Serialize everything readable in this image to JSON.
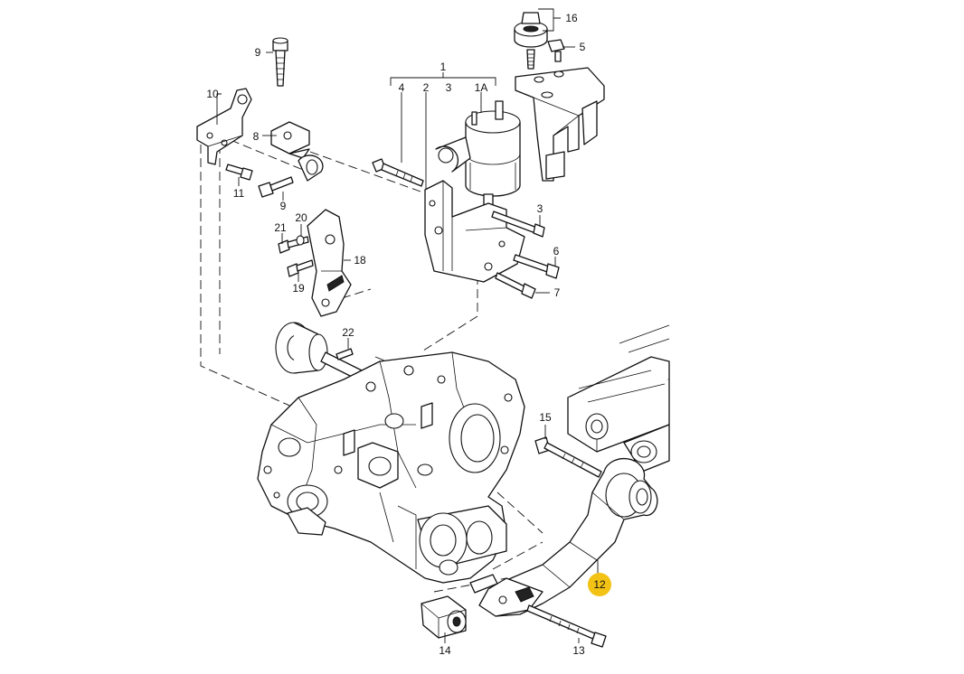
{
  "labels": {
    "p1": "1",
    "p1a": "1A",
    "p2": "2",
    "p3a": "3",
    "p3b": "3",
    "p4": "4",
    "p5": "5",
    "p6": "6",
    "p7": "7",
    "p8": "8",
    "p9a": "9",
    "p9b": "9",
    "p10": "10",
    "p11": "11",
    "p12": "12",
    "p13": "13",
    "p14": "14",
    "p15": "15",
    "p16": "16",
    "p18": "18",
    "p19": "19",
    "p20": "20",
    "p21": "21",
    "p22": "22"
  },
  "colors": {
    "line": "#111111",
    "highlight": "#f2c215",
    "background": "#ffffff"
  }
}
